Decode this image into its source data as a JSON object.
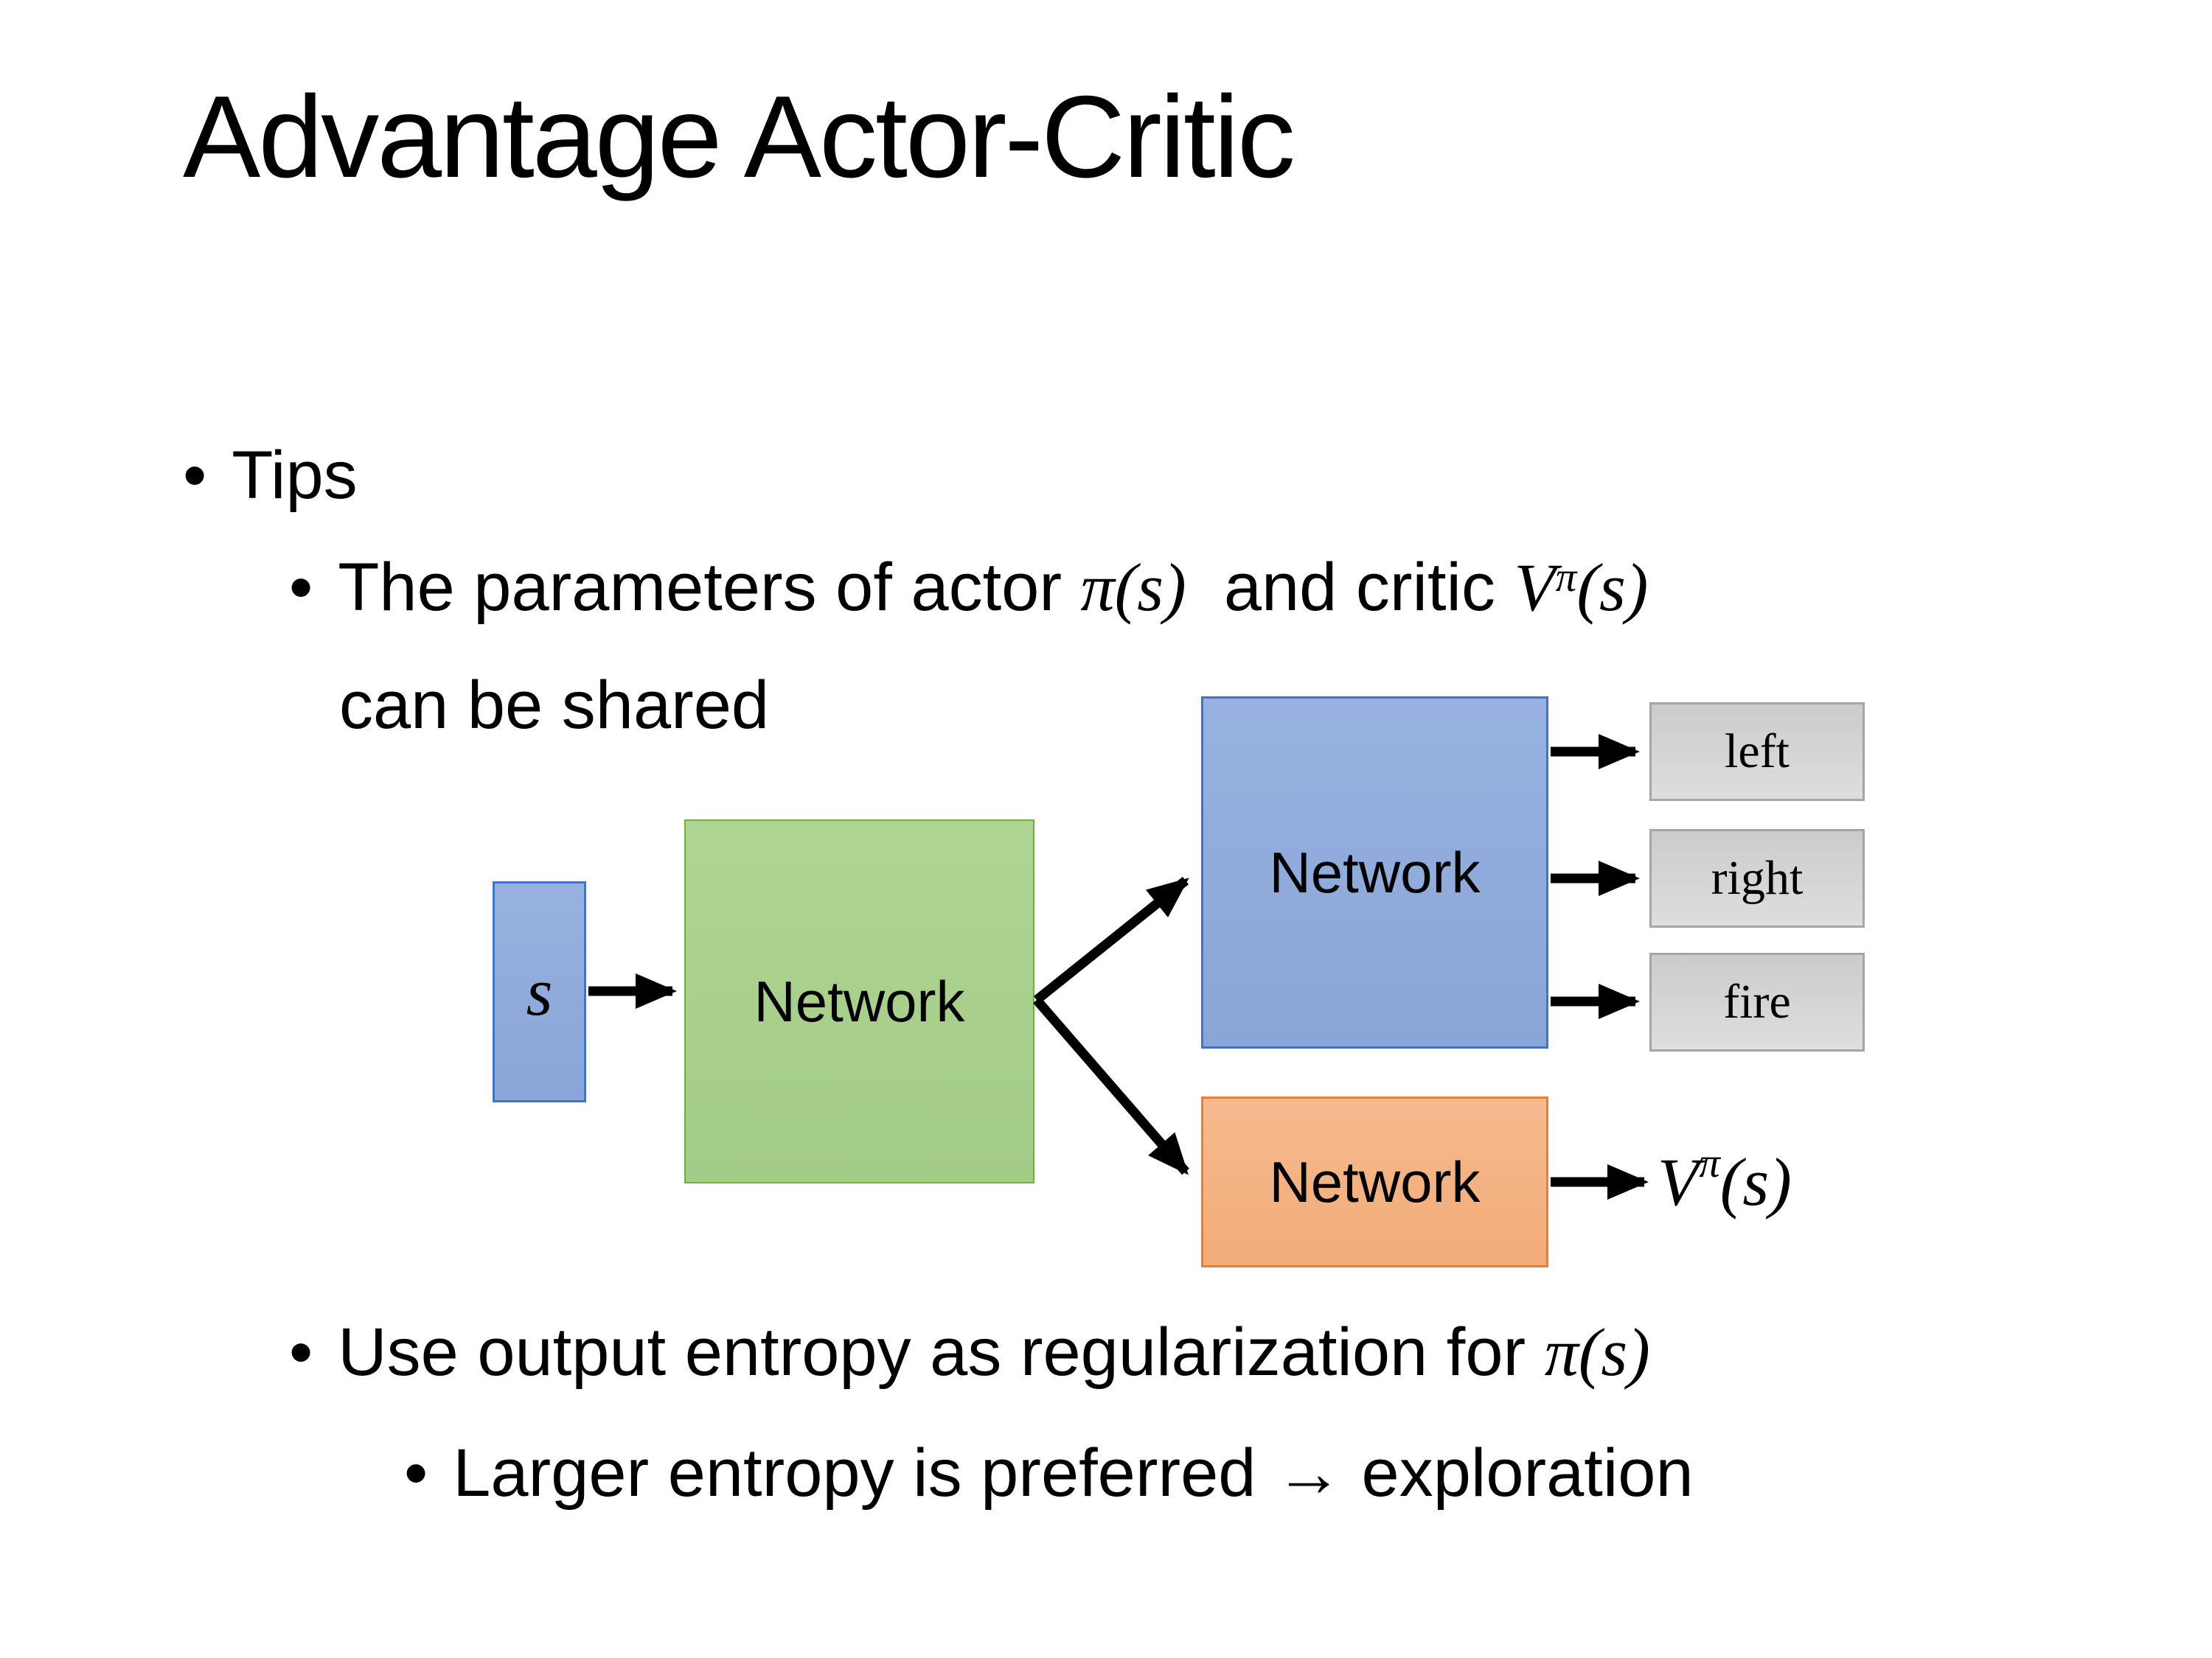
{
  "slide": {
    "title": "Advantage Actor-Critic",
    "bullet_char": "•",
    "background": "#ffffff"
  },
  "bullets": {
    "tips": "Tips",
    "b1": {
      "seg0": "The parameters of actor ",
      "math1": "π(s)",
      "seg1": "  and critic ",
      "math2_base": "V",
      "math2_sup": "π",
      "math2_args": "(s)",
      "line2": "can be shared"
    },
    "b2": {
      "seg0": "Use output entropy as regularization for ",
      "math1": "π(s)"
    },
    "b3": "Larger entropy is preferred → exploration"
  },
  "diagram": {
    "input_label": "s",
    "shared_network": "Network",
    "actor_network": "Network",
    "critic_network": "Network",
    "actions": [
      "left",
      "right",
      "fire"
    ],
    "critic_output_base": "V",
    "critic_output_sup": "π",
    "critic_output_args": "(s)",
    "colors": {
      "input_fill": "#8faadc",
      "input_border": "#4472c4",
      "shared_fill": "#a9d18e",
      "shared_border": "#70ad47",
      "actor_fill": "#8faadc",
      "actor_border": "#4472c4",
      "critic_fill": "#f4b183",
      "critic_border": "#ed7d31",
      "action_fill": "#d9d9d9",
      "action_border": "#a6a6a6",
      "arrow": "#000000"
    }
  }
}
